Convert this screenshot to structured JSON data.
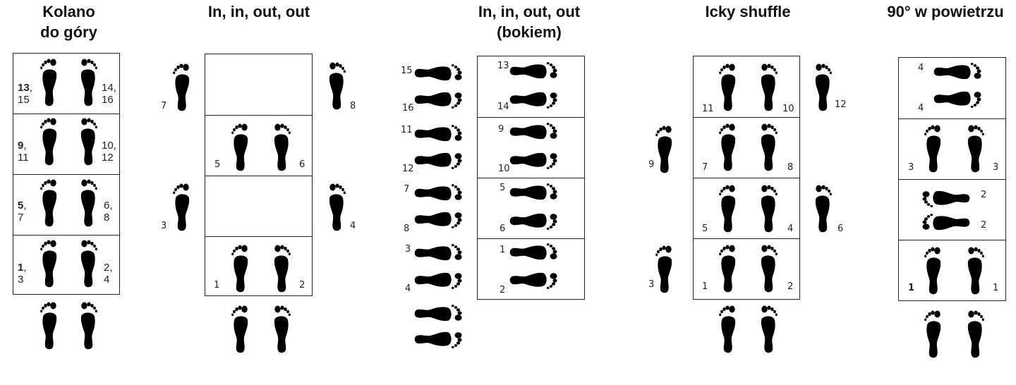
{
  "titles": {
    "kolano": "Kolano\ndo góry",
    "in_out": "In, in, out, out",
    "in_out_side": "In, in, out, out\n(bokiem)",
    "icky": "Icky shuffle",
    "deg90": "90° w powietrzu"
  },
  "labels": {
    "kolano": {
      "r4l_bold": "13",
      "r4l_rest": ",\n15",
      "r4r": "14,\n16",
      "r3l_bold": "9",
      "r3l_rest": ",\n11",
      "r3r": "10,\n12",
      "r2l_bold": "5",
      "r2l_rest": ",\n7",
      "r2r": "6,\n8",
      "r1l_bold": "1",
      "r1l_rest": ",\n3",
      "r1r": "2,\n4"
    },
    "in_out": {
      "a": "7",
      "b": "8",
      "c": "5",
      "d": "6",
      "e": "3",
      "f": "4",
      "g": "1",
      "h": "2"
    },
    "in_out_side": {
      "l1": "15",
      "l2": "16",
      "l3": "11",
      "l4": "12",
      "l5": "7",
      "l6": "8",
      "l7": "3",
      "l8": "4",
      "r1": "13",
      "r2": "14",
      "r3": "9",
      "r4": "10",
      "r5": "5",
      "r6": "6",
      "r7": "1",
      "r8": "2"
    },
    "icky": {
      "a": "11",
      "b": "10",
      "c": "12",
      "d": "9",
      "e": "7",
      "f": "8",
      "g": "5",
      "h": "4",
      "i": "6",
      "j": "3",
      "k": "1",
      "l": "2"
    },
    "deg90": {
      "a": "4",
      "b": "4",
      "c": "3",
      "d": "3",
      "e": "2",
      "f": "2",
      "g": "1",
      "h": "1"
    }
  },
  "colors": {
    "foot": "#000000",
    "border": "#222222"
  },
  "icons": {
    "foot": "footprint-icon"
  }
}
